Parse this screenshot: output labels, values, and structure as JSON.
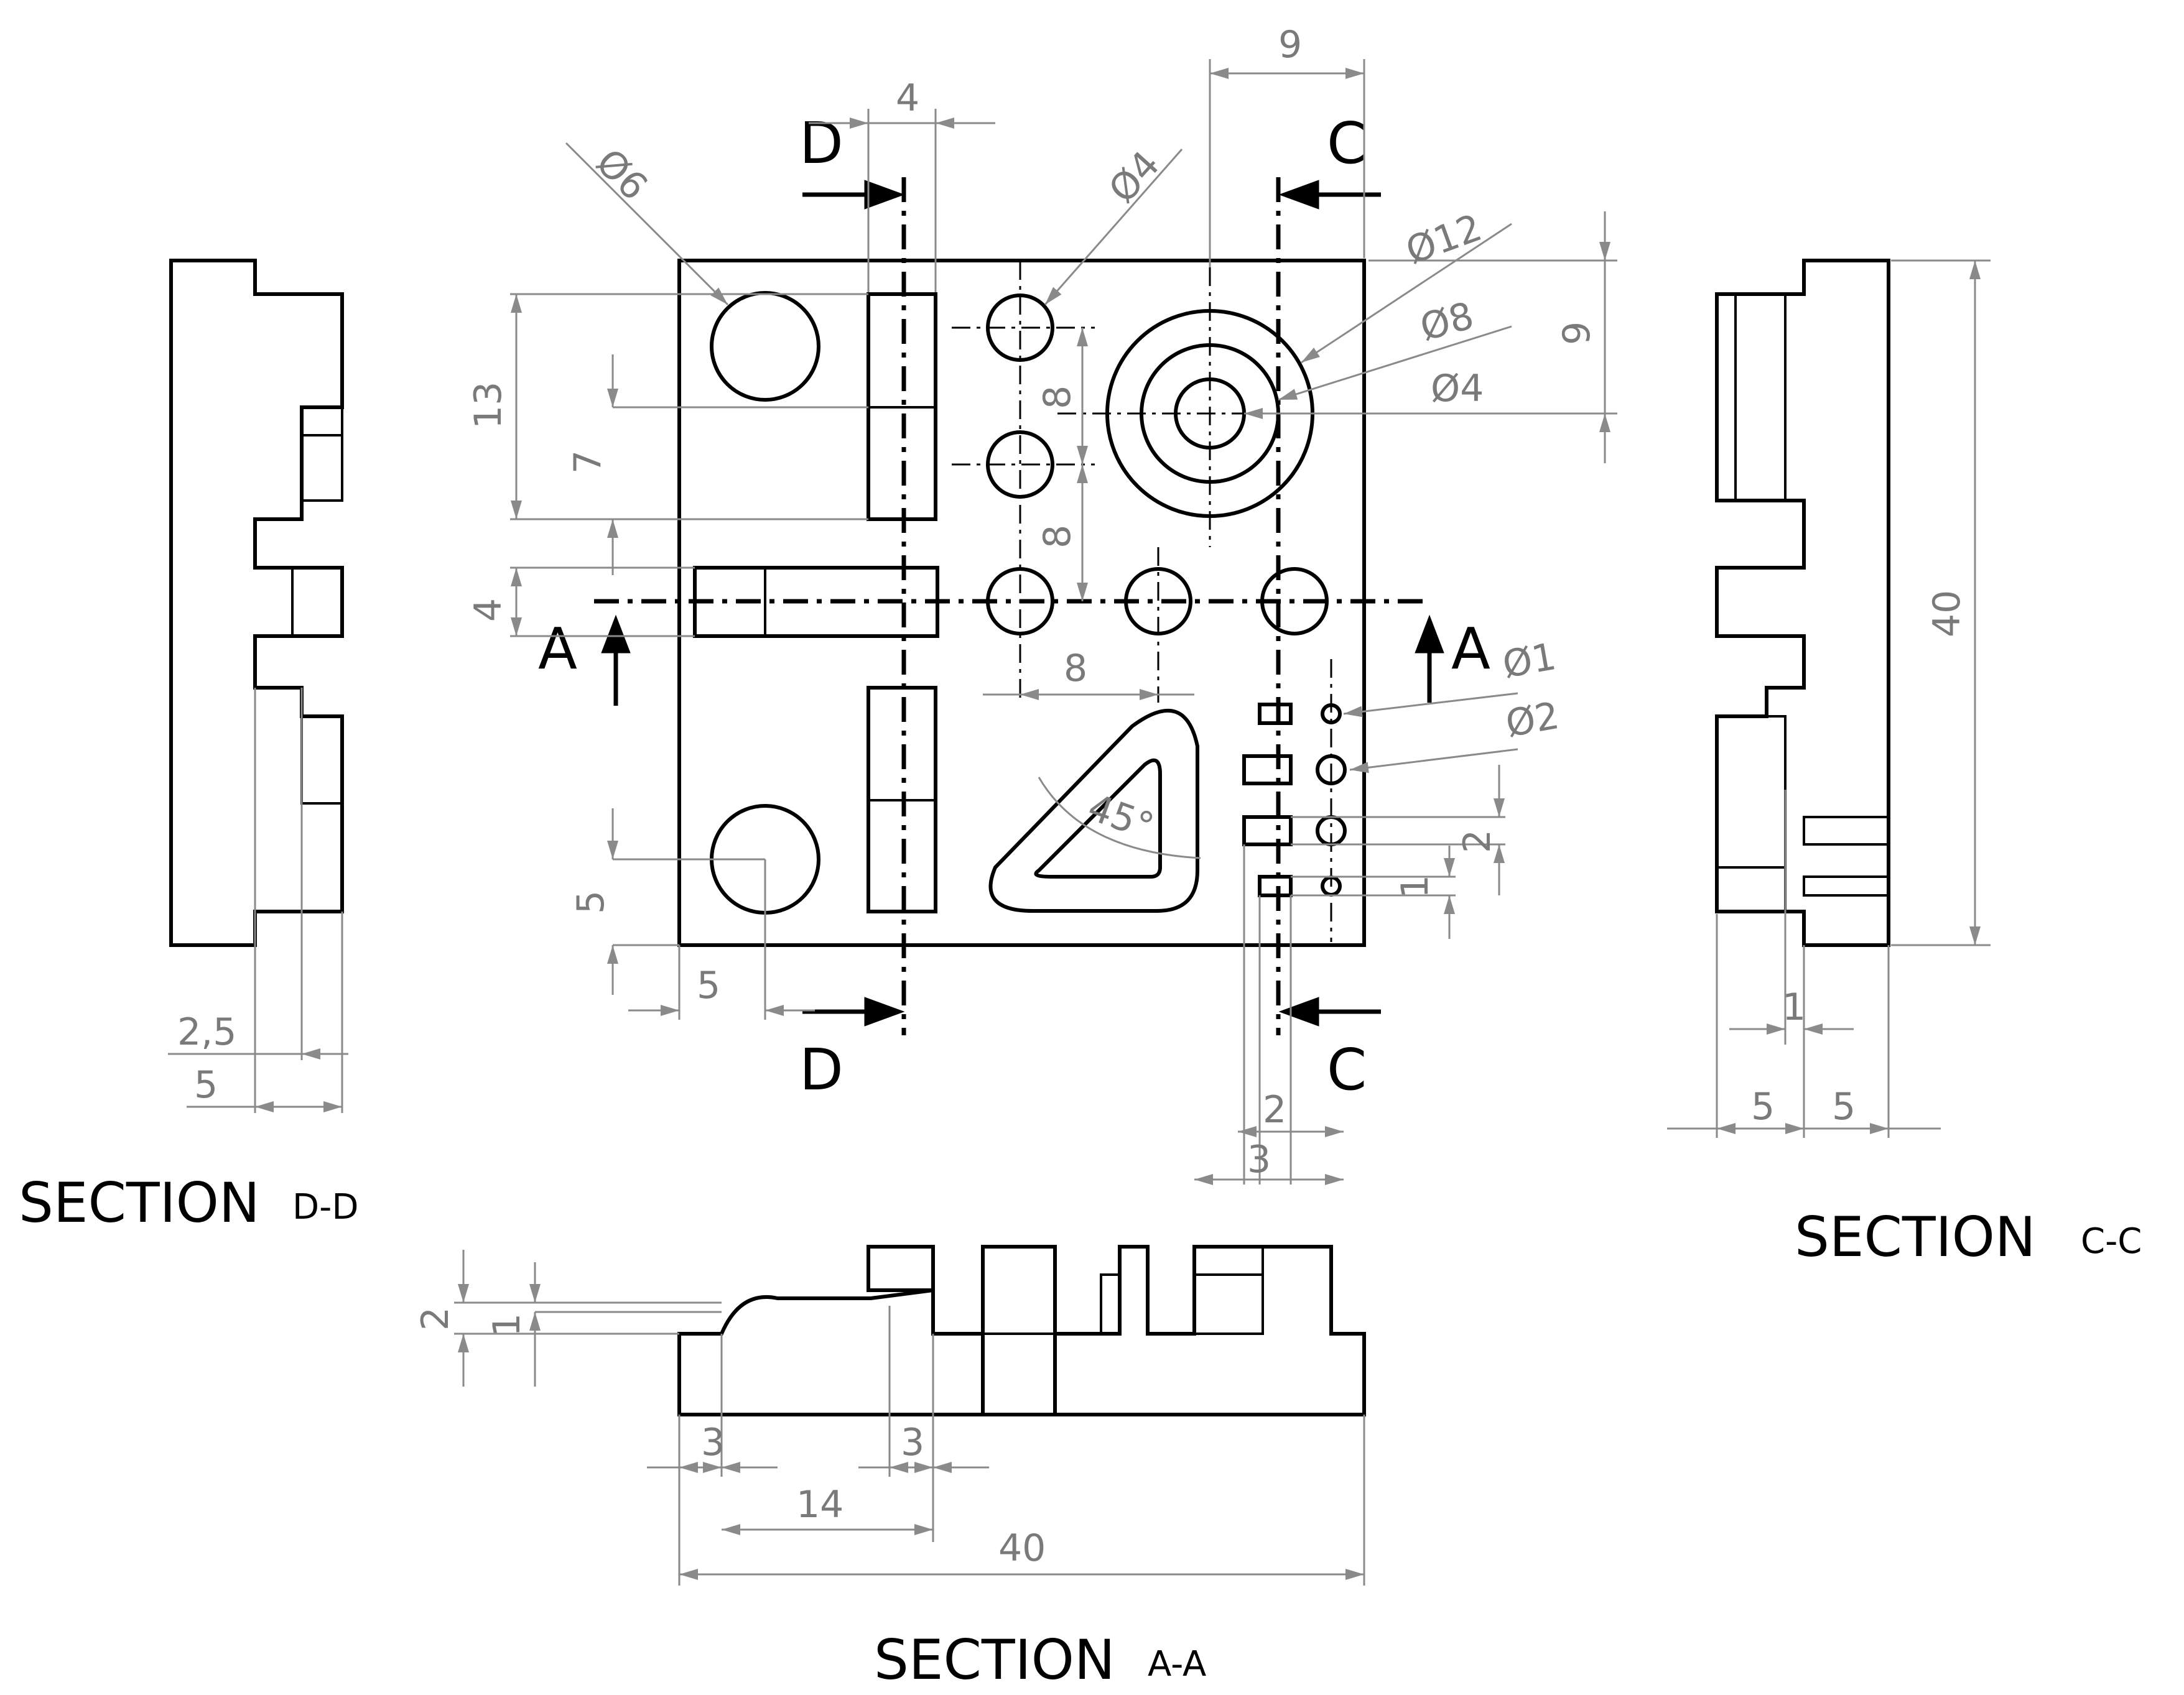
{
  "sections": {
    "dd": {
      "title": "SECTION",
      "sub": "D-D"
    },
    "cc": {
      "title": "SECTION",
      "sub": "C-C"
    },
    "aa": {
      "title": "SECTION",
      "sub": "A-A"
    }
  },
  "section_marks": {
    "a": "A",
    "c": "C",
    "d": "D"
  },
  "dims": {
    "top_9": "9",
    "top_4": "4",
    "dia6": "Ø6",
    "dia4_hole": "Ø4",
    "dia12": "Ø12",
    "dia8": "Ø8",
    "dia4_bore": "Ø4",
    "right_9": "9",
    "left_13": "13",
    "left_7": "7",
    "left_4": "4",
    "pitch_8a": "8",
    "pitch_8b": "8",
    "pitch_8c": "8",
    "dia1": "Ø1",
    "dia2": "Ø2",
    "angle45": "45°",
    "small_2": "2",
    "small_1": "1",
    "left_5": "5",
    "bottom_5": "5",
    "bottom_2": "2",
    "bottom_3": "3",
    "dd_25": "2,5",
    "dd_5": "5",
    "cc_40": "40",
    "cc_1": "1",
    "cc_5a": "5",
    "cc_5b": "5",
    "aa_2": "2",
    "aa_1": "1",
    "aa_3a": "3",
    "aa_3b": "3",
    "aa_14": "14",
    "aa_40": "40"
  }
}
